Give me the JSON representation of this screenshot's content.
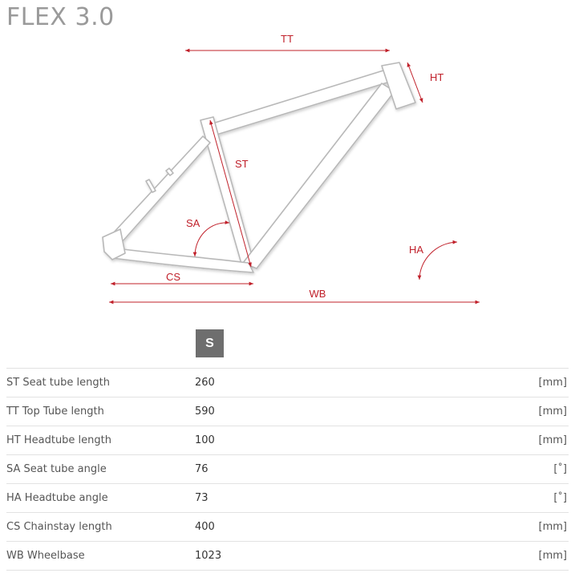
{
  "title": "FLEX 3.0",
  "dimensions": {
    "tt": "TT",
    "ht": "HT",
    "st": "ST",
    "sa": "SA",
    "ha": "HA",
    "cs": "CS",
    "wb": "WB"
  },
  "size_tab": "S",
  "rows": [
    {
      "label": "ST Seat tube length",
      "value": "260",
      "unit": "[mm]"
    },
    {
      "label": "TT Top Tube length",
      "value": "590",
      "unit": "[mm]"
    },
    {
      "label": "HT Headtube length",
      "value": "100",
      "unit": "[mm]"
    },
    {
      "label": "SA Seat tube angle",
      "value": "76",
      "unit": "[˚]"
    },
    {
      "label": "HA Headtube angle",
      "value": "73",
      "unit": "[˚]"
    },
    {
      "label": "CS Chainstay length",
      "value": "400",
      "unit": "[mm]"
    },
    {
      "label": "WB Wheelbase",
      "value": "1023",
      "unit": "[mm]"
    }
  ],
  "colors": {
    "dimension": "#c0202a",
    "frame_outline": "#b8b8b8",
    "title": "#9a9a9a",
    "size_tab_bg": "#6e6e6e"
  }
}
